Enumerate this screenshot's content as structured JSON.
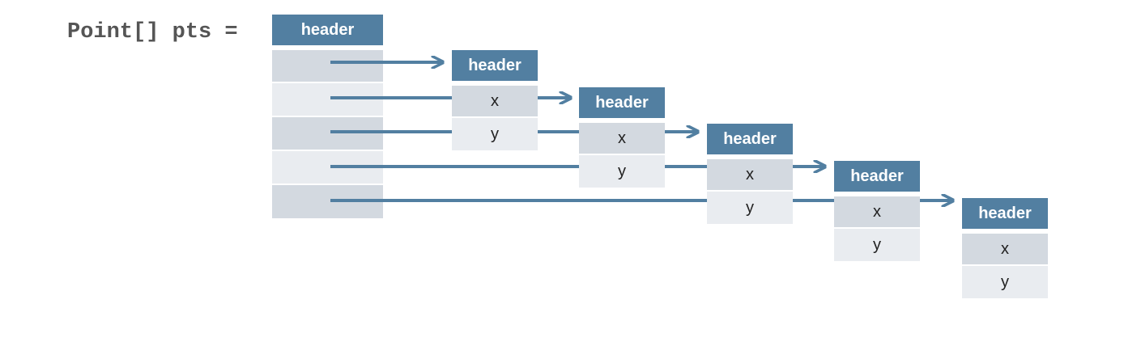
{
  "array": {
    "label": "Point[] pts =",
    "header": "header",
    "slot_count": 5
  },
  "point_objects": [
    {
      "header": "header",
      "x": "x",
      "y": "y"
    },
    {
      "header": "header",
      "x": "x",
      "y": "y"
    },
    {
      "header": "header",
      "x": "x",
      "y": "y"
    },
    {
      "header": "header",
      "x": "x",
      "y": "y"
    },
    {
      "header": "header",
      "x": "x",
      "y": "y"
    }
  ],
  "colors": {
    "header": "#527fa1",
    "cell_dark": "#d3d9e0",
    "cell_light": "#e9ecf0",
    "arrow": "#527fa1"
  }
}
